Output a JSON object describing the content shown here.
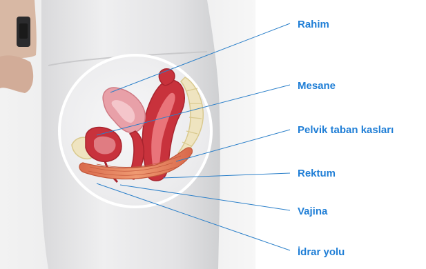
{
  "labels": {
    "uterus": "Rahim",
    "bladder": "Mesane",
    "pelvic_floor": "Pelvik taban kasları",
    "rectum": "Rektum",
    "vagina": "Vajina",
    "urethra": "İdrar yolu"
  },
  "colors": {
    "label_text": "#1f7ed6",
    "leader_line": "#2a7fc9",
    "organ_red": "#c8323c",
    "organ_pink": "#e8a0a8",
    "muscle": "#e07b5a",
    "bone": "#efe4c0",
    "circle_bg": "#f3f3f4"
  }
}
